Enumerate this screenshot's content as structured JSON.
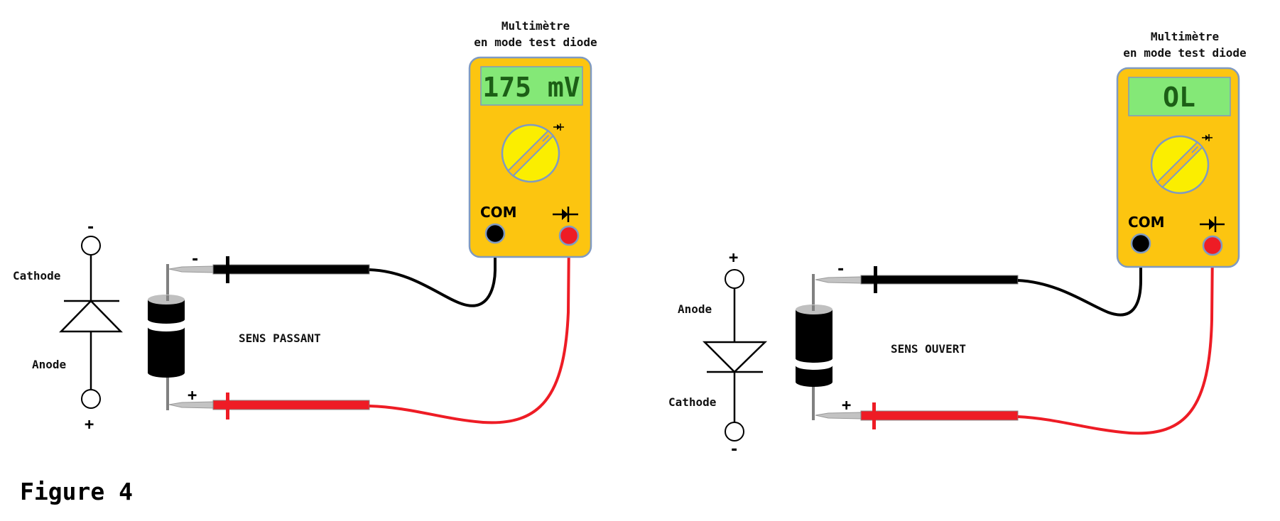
{
  "figure": {
    "caption": "Figure 4"
  },
  "colors": {
    "meter_body": "#fcc510",
    "meter_border": "#7f9ac2",
    "display_bg": "#84e877",
    "display_text": "#1c5f16",
    "dial_fill": "#fbee00",
    "probe_black": "#000000",
    "probe_red": "#ee1c25",
    "probe_tip": "#c3c3c3"
  },
  "panels": [
    {
      "id": "forward",
      "mode_label": "SENS PASSANT",
      "meter": {
        "title_line1": "Multimètre",
        "title_line2": "en mode test diode",
        "display_value": "175 mV",
        "com_label": "COM",
        "diode_jack_icon": "diode-symbol-icon",
        "dial_setting_icon": "diode-symbol-icon"
      },
      "symbol": {
        "top_terminal_label": "Cathode",
        "top_terminal_sign": "-",
        "bottom_terminal_label": "Anode",
        "bottom_terminal_sign": "+"
      },
      "probes": {
        "black_sign": "-",
        "red_sign": "+"
      }
    },
    {
      "id": "reverse",
      "mode_label": "SENS OUVERT",
      "meter": {
        "title_line1": "Multimètre",
        "title_line2": "en mode test diode",
        "display_value": "OL",
        "com_label": "COM",
        "diode_jack_icon": "diode-symbol-icon",
        "dial_setting_icon": "diode-symbol-icon"
      },
      "symbol": {
        "top_terminal_label": "Anode",
        "top_terminal_sign": "+",
        "bottom_terminal_label": "Cathode",
        "bottom_terminal_sign": "-"
      },
      "probes": {
        "black_sign": "-",
        "red_sign": "+"
      }
    }
  ]
}
